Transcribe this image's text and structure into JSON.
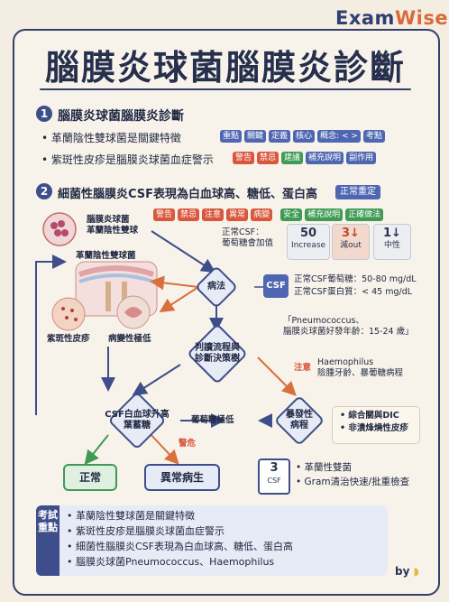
{
  "brand": {
    "exam": "Exam",
    "wise": "Wise"
  },
  "title": "腦膜炎球菌腦膜炎診斷",
  "section1": {
    "number": "1",
    "heading": "腦膜炎球菌腦膜炎診斷",
    "bullets": [
      {
        "text": "革蘭陰性雙球菌是關鍵特徵",
        "tags": [
          "重點",
          "關鍵",
          "定義",
          "核心",
          "概念: < >",
          "考點"
        ]
      },
      {
        "text": "紫斑性皮疹是腦膜炎球菌血症警示",
        "tags": [
          "警告",
          "禁忌",
          "建議",
          "補充說明",
          "副作用"
        ]
      }
    ]
  },
  "section2": {
    "number": "2",
    "heading": "細菌性腦膜炎CSF表現為白血球高、糖低、蛋白高",
    "heading_tag": "正常重定",
    "tags": [
      "警告",
      "禁忌",
      "注意",
      "異常",
      "病變",
      "安全",
      "補充說明",
      "正確做法"
    ]
  },
  "diagram": {
    "bacteria_label": "腦膜炎球菌\n革蘭陰性雙球",
    "gram_label": "革蘭陰性雙球菌",
    "rash_label": "紫斑性皮疹",
    "lesion_label": "病變性極低",
    "csf_normal": "正常CSF：\n葡萄糖會加值",
    "stats": [
      {
        "value": "50",
        "label": "Increase"
      },
      {
        "value": "3↓",
        "label": "減out"
      },
      {
        "value": "1↓",
        "label": "中性"
      }
    ],
    "method": "病法",
    "csf_badge": "CSF",
    "csf_glucose": "正常CSF葡萄糖：50-80 mg/dL",
    "csf_protein": "正常CSF蛋白質：< 45 mg/dL",
    "pneumo_note": "「Pneumococcus、\n腦膜炎球菌好發年齡：15-24 歲」",
    "decision": "判讀流程與\n診斷決策樹",
    "caution": "注意",
    "haemophilus": "Haemophilus\n險腫牙齡、暴葡糖病程",
    "csf_wbc": "CSF白血球升高\n葉蓄糖",
    "glucose_low": "葡萄糖極低",
    "danger": "警危",
    "onset": "暴發性\n病程",
    "onset_points": [
      "綜合關與DIC",
      "非潰烽燒性皮疹"
    ],
    "normal_box": "正常",
    "abnormal_box": "異常病生",
    "three": "3",
    "three_sub": "CSF",
    "three_points": [
      "革蘭性雙菌",
      "Gram清治快速/批重檢查"
    ]
  },
  "summary": {
    "label": "考試重點",
    "items": [
      "革蘭陰性雙球菌是關鍵特徵",
      "紫斑性皮疹是腦膜炎球菌血症警示",
      "細菌性腦膜炎CSF表現為白血球高、糖低、蛋白高",
      "腦膜炎球菌Pneumococcus、Haemophilus"
    ]
  },
  "signature": "by"
}
